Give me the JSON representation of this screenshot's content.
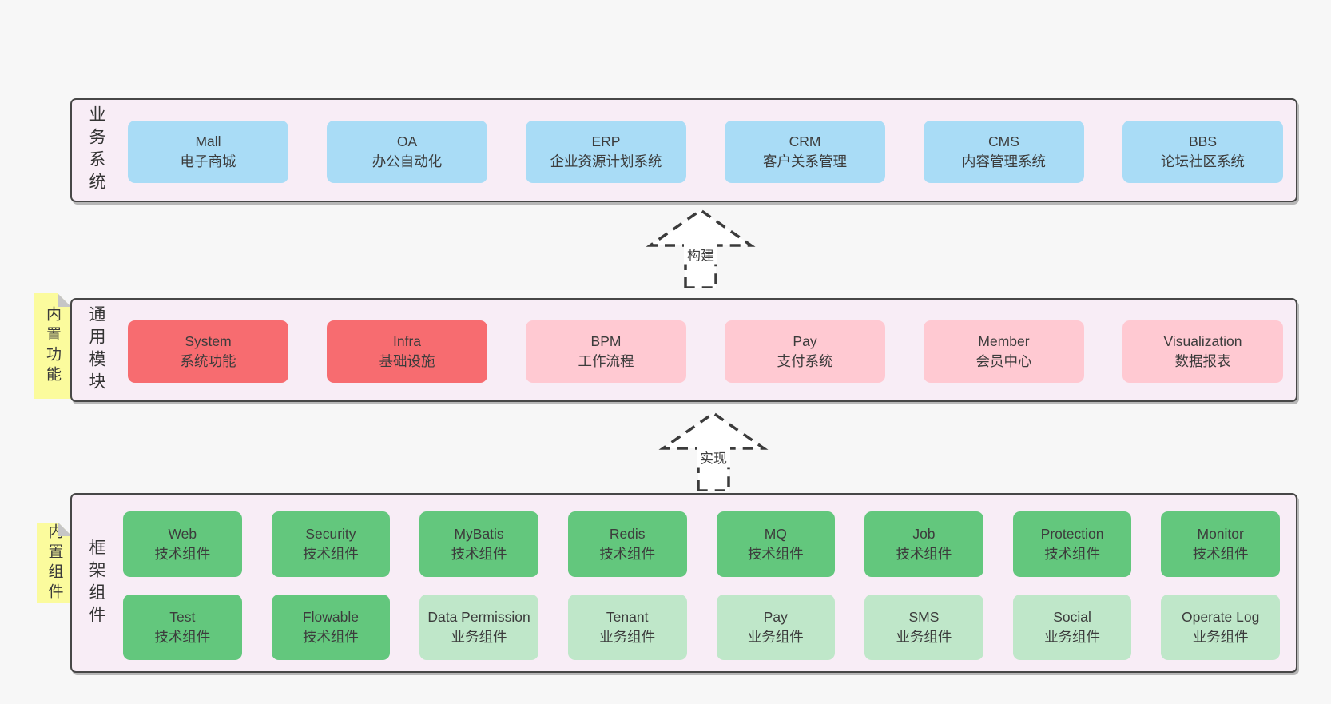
{
  "diagram": {
    "title": "architecture-layers-diagram"
  },
  "palette": {
    "page_bg": "#f7f7f7",
    "panel_bg": "#f8edf6",
    "panel_border": "#474747",
    "blue": "#a9dcf6",
    "red": "#f76c70",
    "pink": "#ffc9d2",
    "green": "#63c77d",
    "green_light": "#bfe7c9",
    "tab_yellow": "#fbfb9d",
    "text": "#3c3c3c"
  },
  "sections": {
    "business": {
      "label": "业务系统",
      "boxes": [
        {
          "title": "Mall",
          "subtitle": "电子商城",
          "variant": "blue"
        },
        {
          "title": "OA",
          "subtitle": "办公自动化",
          "variant": "blue"
        },
        {
          "title": "ERP",
          "subtitle": "企业资源计划系统",
          "variant": "blue"
        },
        {
          "title": "CRM",
          "subtitle": "客户关系管理",
          "variant": "blue"
        },
        {
          "title": "CMS",
          "subtitle": "内容管理系统",
          "variant": "blue"
        },
        {
          "title": "BBS",
          "subtitle": "论坛社区系统",
          "variant": "blue"
        }
      ]
    },
    "modules": {
      "label": "通用模块",
      "tab": "内置功能",
      "boxes": [
        {
          "title": "System",
          "subtitle": "系统功能",
          "variant": "red"
        },
        {
          "title": "Infra",
          "subtitle": "基础设施",
          "variant": "red"
        },
        {
          "title": "BPM",
          "subtitle": "工作流程",
          "variant": "pink"
        },
        {
          "title": "Pay",
          "subtitle": "支付系统",
          "variant": "pink"
        },
        {
          "title": "Member",
          "subtitle": "会员中心",
          "variant": "pink"
        },
        {
          "title": "Visualization",
          "subtitle": "数据报表",
          "variant": "pink"
        }
      ]
    },
    "framework": {
      "label": "框架组件",
      "tab": "内置组件",
      "rows": [
        [
          {
            "title": "Web",
            "subtitle": "技术组件",
            "variant": "green"
          },
          {
            "title": "Security",
            "subtitle": "技术组件",
            "variant": "green"
          },
          {
            "title": "MyBatis",
            "subtitle": "技术组件",
            "variant": "green"
          },
          {
            "title": "Redis",
            "subtitle": "技术组件",
            "variant": "green"
          },
          {
            "title": "MQ",
            "subtitle": "技术组件",
            "variant": "green"
          },
          {
            "title": "Job",
            "subtitle": "技术组件",
            "variant": "green"
          },
          {
            "title": "Protection",
            "subtitle": "技术组件",
            "variant": "green"
          },
          {
            "title": "Monitor",
            "subtitle": "技术组件",
            "variant": "green"
          }
        ],
        [
          {
            "title": "Test",
            "subtitle": "技术组件",
            "variant": "green"
          },
          {
            "title": "Flowable",
            "subtitle": "技术组件",
            "variant": "green"
          },
          {
            "title": "Data Permission",
            "subtitle": "业务组件",
            "variant": "green-light"
          },
          {
            "title": "Tenant",
            "subtitle": "业务组件",
            "variant": "green-light"
          },
          {
            "title": "Pay",
            "subtitle": "业务组件",
            "variant": "green-light"
          },
          {
            "title": "SMS",
            "subtitle": "业务组件",
            "variant": "green-light"
          },
          {
            "title": "Social",
            "subtitle": "业务组件",
            "variant": "green-light"
          },
          {
            "title": "Operate Log",
            "subtitle": "业务组件",
            "variant": "green-light"
          }
        ]
      ]
    }
  },
  "arrows": [
    {
      "label": "构建"
    },
    {
      "label": "实现"
    }
  ]
}
